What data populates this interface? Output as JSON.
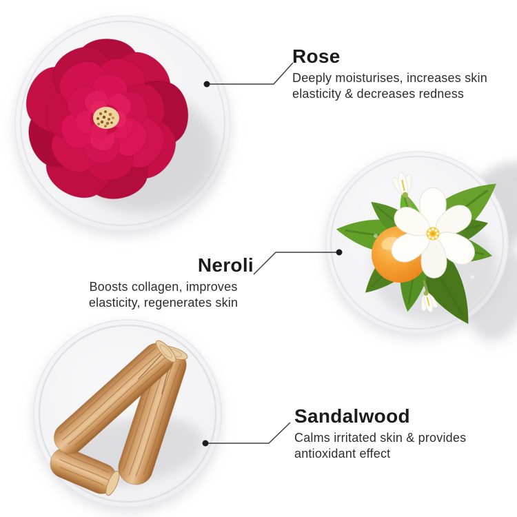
{
  "infographic": {
    "kind": "skincare-ingredients-callout-diagram",
    "background": "#ffffff"
  },
  "colors": {
    "background": "#ffffff",
    "heading_text": "#1b1b1b",
    "body_text": "#2d2d2d",
    "connector_line": "#3e3e3e",
    "connector_dot": "#1c1c1c",
    "plate_fill": "#f3f3f5",
    "plate_rim": "#e1e1e4",
    "rose_petal": "#c60f46",
    "rose_petal_bright": "#e01a5e",
    "rose_center": "#eed5a0",
    "leaf_green": "#63a02a",
    "leaf_green_dark": "#47761b",
    "neroli_white": "#fdfdf9",
    "neroli_yellow": "#f6c32e",
    "orange_fruit": "#f6a334",
    "wood_light": "#e9c598",
    "wood_mid": "#cf9a67",
    "wood_dark": "#9c6331"
  },
  "ingredients": [
    {
      "name": "Rose",
      "description": "Deeply moisturises, increases skin elasticity & decreases redness",
      "description_lines": [
        "Deeply moisturises, increases skin",
        "elasticity & decreases redness"
      ],
      "illustration": "red-rose-bloom-on-round-plate"
    },
    {
      "name": "Neroli",
      "description": "Boosts collagen, improves elasticity, regenerates skin",
      "description_lines": [
        "Boosts collagen, improves",
        "elasticity, regenerates skin"
      ],
      "illustration": "neroli-blossom-orange-and-leaves-on-round-plate"
    },
    {
      "name": "Sandalwood",
      "description": "Calms irritated skin & provides antioxidant effect",
      "description_lines": [
        "Calms irritated skin & provides",
        "antioxidant effect"
      ],
      "illustration": "sandalwood-sticks-on-round-plate"
    }
  ]
}
